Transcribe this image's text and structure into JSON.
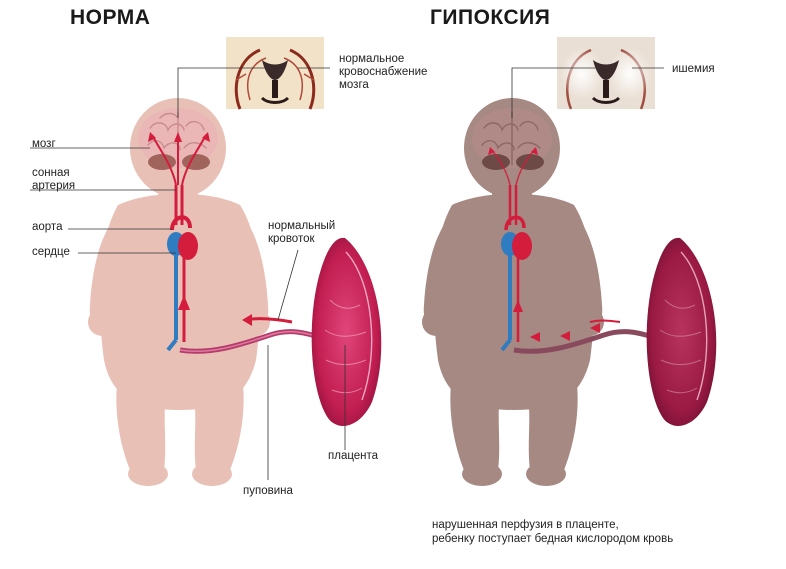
{
  "panels": {
    "normal": {
      "title": "НОРМА",
      "labels": {
        "brain": "мозг",
        "carotid": [
          "сонная",
          "артерия"
        ],
        "aorta": "аорта",
        "heart": "сердце",
        "normal_flow": [
          "нормальный",
          "кровоток"
        ],
        "normal_supply": [
          "нормальное",
          "кровоснабжение",
          "мозга"
        ],
        "placenta": "плацента",
        "umbilical_cord": "пуповина"
      }
    },
    "hypoxia": {
      "title": "ГИПОКСИЯ",
      "labels": {
        "ischemia": "ишемия"
      },
      "caption": [
        "нарушенная перфузия в плаценте,",
        "ребенку поступает бедная кислородом кровь"
      ]
    }
  },
  "colors": {
    "body_normal": "#e8c0b6",
    "body_hypoxia": "#a58982",
    "brain_normal": "#eab6b6",
    "brain_hypoxia": "#b08a86",
    "artery": "#d41c3c",
    "vein": "#2f7dc0",
    "placenta": "#c21e52",
    "brain_scan_bg": "#f2e2c8",
    "brain_scan_vessels": "#8c2a1c",
    "ischemia_white": "#f4eeee"
  }
}
